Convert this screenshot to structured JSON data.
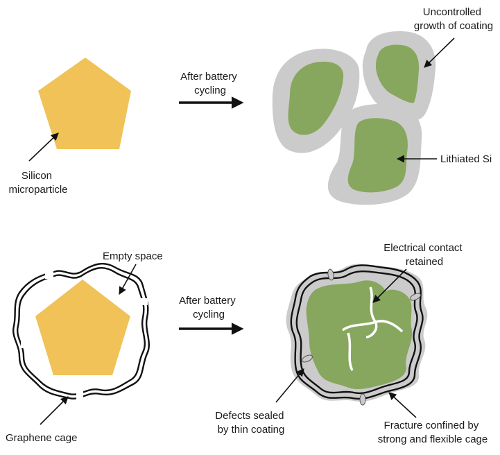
{
  "colors": {
    "silicon": "#f0c257",
    "lithiated": "#87a75e",
    "coating": "#cbcbcb",
    "arrow": "#111111",
    "cage": "#111111"
  },
  "top": {
    "particle_label": [
      "Silicon",
      "microparticle"
    ],
    "process_label": [
      "After battery",
      "cycling"
    ],
    "coating_label": [
      "Uncontrolled",
      "growth of coating"
    ],
    "lithiated_label": "Lithiated Si"
  },
  "bottom": {
    "empty_space_label": "Empty space",
    "cage_label": "Graphene cage",
    "process_label": [
      "After battery",
      "cycling"
    ],
    "contact_label": [
      "Electrical contact",
      "retained"
    ],
    "defects_label": [
      "Defects sealed",
      "by thin coating"
    ],
    "fracture_label": [
      "Fracture confined by",
      "strong and flexible cage"
    ]
  }
}
